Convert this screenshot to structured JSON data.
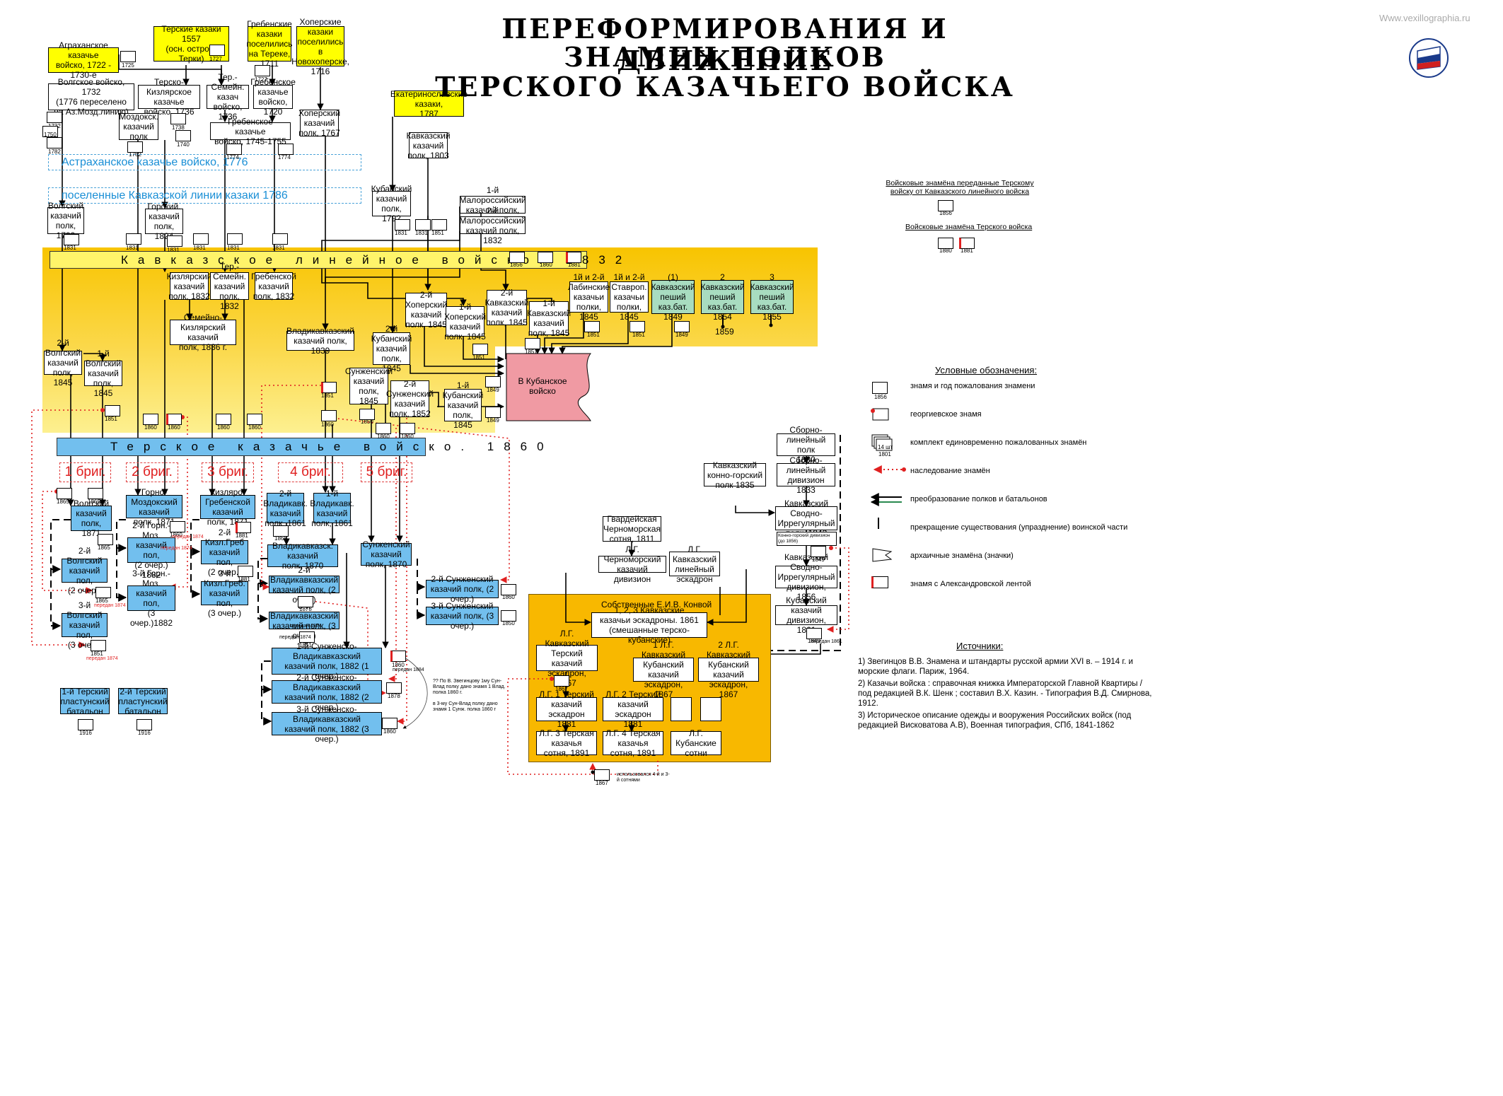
{
  "title": {
    "line1": "ПЕРЕФОРМИРОВАНИЯ И ДВИЖЕНИЕ",
    "line2": "ЗНАМЕН ПОЛКОВ",
    "line3": "ТЕРСКОГО КАЗАЧЬЕГО ВОЙСКА"
  },
  "watermark": "Www.vexillographia.ru",
  "colors": {
    "yellow": "#ffff00",
    "blue": "#72bfee",
    "green": "#a8dcc0",
    "pink": "#f09aa3",
    "band": "#f8c400",
    "red": "#e02020"
  },
  "banners": {
    "kavkaz": "Кавказское линейное войско. 1832",
    "terek": "Терское казачье войско. 1860",
    "astrakhan": "Астраханское казачье войско, 1776",
    "poselennye": "поселенные Кавказской линии казаки 1786"
  },
  "brigades": [
    "1 бриг.",
    "2 бриг.",
    "3 бриг.",
    "4 бриг.",
    "5 бриг."
  ],
  "boxes": {
    "agr": "Аграханское\nказачье\nвойско, 1722 - 1730-е",
    "terskie": "Терские казаки\n1557\n(осн. острога\nТерки)",
    "grebpos": "Гребенские\nказаки\nпоселились\nна Тереке,\n1711",
    "khopos": "Хоперские\nказаки\nпоселились\nв Новохоперске,\n1716",
    "volgvoi": "Волгское войско, 1732\n(1776 переселено\nна Аз.Мозд.линию)",
    "terkizl": "Терско-Кизлярское\nказачье\nвойско, 1736",
    "tersem": "Тер.-Семейн.\nказач\nвойско, 1736",
    "grebvoi1720": "Гребенское\nказачье\nвойско, 1720",
    "mozd": "Моздокск.\nказачий\nполк",
    "grebvoi1745": "Гребенское казачье\nвойско, 1745-1755",
    "khop1767": "Хоперский\nказачий\nполк, 1767",
    "ekat": "Екатеринославские\nказаки,\n1787",
    "kavk1803": "Кавказский\nказачий\nполк, 1803",
    "volg1799": "Волгский\nказачий\nполк, 1799",
    "gorsk": "Горский.\nказачий\nполк, 1824",
    "kub1792": "Кубанский\nказачий\nполк, 1792",
    "mal1": "1-й Малороссийский\nказачий полк, 1832",
    "mal2": "2-й Малороссийский\nказачий полк, 1832",
    "kizl1832": "Кизлярский\nказачий\nполк, 1832",
    "tersem1832": "Тер.-Семейн.\nказачий\nполк, 1832",
    "greb1832": "Гребенской\nказачий\nполк, 1832",
    "semkizl": "Семейно-Кизлярский\nказачий\nполк, 1836 г.",
    "khop2": "2-й\nХоперский\nказачий\nполк, 1845",
    "khop1": "1-й\nХоперский\nказачий\nполк, 1845",
    "kavk2": "2-й\nКавказский\nказачий\nполк, 1845",
    "kavk1": "1-й\nКавказский\nказачий\nполк, 1845",
    "labin": "1й и 2-й\nЛабинские\nказачьи\nполки, 1845",
    "stavr": "1й и 2-й\nСтавроп.\nказачьи\nполки, 1845",
    "pesh1": "(1) Кавказский\nпеший\nказ.бат.\n1849",
    "pesh2": "2 Кавказский\nпеший\nказ.бат.\n1854",
    "pesh3": "3 Кавказский\nпеший\nказ.бат.\n1855",
    "vlad1839": "Владикавказский\nказачий полк, 1839",
    "kub2": "2-й\nКубанский\nказачий\nполк, 1845",
    "volg2": "2-й Волгский\nказачий\nполк, 1845",
    "volg1": "1-й Волгский\nказачий\nполк, 1845",
    "sunzh1845": "Сунженский\nказачий\nполк,\n1845",
    "sunzh2": "2-й\nСунженский\nказачий\nполк, 1852",
    "kub1": "1-й\nКубанский\nказачий\nполк, 1845",
    "kuban": "В Кубанское\nвойско",
    "volg1871": "Волгский\nказачий\nполк, 1871",
    "volgp2": "2-й Волгский\nказачий пол,\n(2 очер.)",
    "volgp3": "3-й Волгский\nказачий пол,\n(3 очер.)",
    "gornm": "Горно-Моздокский\nказачий\nполк, 1871",
    "gornm2": "2-й Горн.-Моз.\nказачий пол,\n(2 очер.) 1882",
    "gornm3": "3-й Горн.-Моз.\nказачий пол,\n(3 очер.)1882",
    "kizlgr": "Кизляро-\nГребенской\nказачий полк, 1871",
    "kizlgr2": "2-й Кизл.Греб\nказачий пол,\n(2 очер.)",
    "kizlgr3": "3-й Кизл.Греб.\nказачий пол,\n(3 очер.)",
    "vlad2_1861": "2-й\nВладикавк.\nказачий\nполк, 1861",
    "vlad1_1861": "1-й\nВладикавк.\nказачий\nполк, 1861",
    "vlad1870": "Владикавказск.\nказачий\nполк, 1870",
    "vladp2": "2-й Владикавказский\nказачий полк, (2 очер.)",
    "vladp3": "3-й Владикавказский\nказачий полк, (3 очер.)",
    "sunzh1870": "Сунженский\nказачий\nполк, 1870",
    "sunzhp2": "2-й Сунженский\nказачий полк, (2 очер.)",
    "sunzhp3": "3-й Сунженский\nказачий полк, (3 очер.)",
    "sv1": "1-й Сунженско-\nВладикавказский\nказачий полк, 1882 (1 очер.)",
    "sv2": "2-й Сунженско-\nВладикавказский\nказачий полк, 1882 (2 очер.)",
    "sv3": "3-й Сунженско-\nВладикавказский\nказачий полк, 1882 (3 очер.)",
    "plast1": "1-й Терский\nпластунский\nбатальон",
    "plast2": "2-й Терский\nпластунский\nбатальон",
    "sbl1830": "Сборно-линейный\nполк\n1830",
    "sbl1833": "Сборно-линейный\nдивизион\n1833",
    "kgorsk": "Кавказский\nконно-горский\nполк 1835",
    "ksv1842": "Кавказский Сводно-\nИррегулярный\nполк, 1842",
    "ksv1856": "Кавказский Сводно-\nИррегулярный\nдивизион, 1856",
    "kubdiv": "Кубанский казачий\nдивизион, 1861",
    "gvchern": "Гвардейская\nЧерноморская\nсотня, 1811",
    "lgchern": "Л.Г. Черноморский\nказачий дивизион",
    "lgkavk": "Л.Г. Кавказский\nлинейный\nэскадрон",
    "esk123": "1, 2, 3 Кавказские\nказачьи эскадроны. 1861\n(смешанные терско-кубанские)",
    "lgterk": "Л.Г. Кавказский\nТерский казачий\nэскадрон, 1867",
    "lgkub1": "1 Л.Г. Кавказский\nКубанский казачий\nэскадрон, 1867",
    "lgkub2": "2 Л.Г. Кавказский\nКубанский казачий\nэскадрон, 1867",
    "lgt1": "Л.Г. 1 Терский\nказачий\nэскадрон 1881",
    "lgt2": "Л.Г. 2 Терский\nказачий\nэскадрон 1881",
    "lgt3": "Л.Г. 3 Терская\nказачья\nсотня, 1891",
    "lgt4": "Л.Г. 4 Терская\nказачья\nсотня, 1891",
    "lgkubs": "Л.Г. Кубанские\nсотни",
    "blank1": "",
    "blank2": ""
  },
  "konvoi_title": "Собственные Е.И.В. Конвой",
  "kavk_banner_years": [
    "1856",
    "1860",
    "1881"
  ],
  "year1859": "1859",
  "flags": [
    {
      "t": "",
      "y": "1725"
    },
    {
      "t": "",
      "y": "1727"
    },
    {
      "t": "",
      "y": "1727"
    },
    {
      "t": "",
      "y": "1738"
    },
    {
      "t": "",
      "y": "1740"
    },
    {
      "t": "",
      "y": "1762"
    },
    {
      "t": "",
      "y": "1774"
    },
    {
      "t": "",
      "y": "1774"
    },
    {
      "t": "",
      "y": "1732"
    },
    {
      "t": "",
      "y": "1750"
    },
    {
      "t": "",
      "y": "1782"
    },
    {
      "t": "",
      "y": "1831"
    },
    {
      "t": "",
      "y": "1831"
    },
    {
      "t": "",
      "y": "1831"
    },
    {
      "t": "",
      "y": "1831"
    },
    {
      "t": "",
      "y": "1831"
    },
    {
      "t": "",
      "y": "1831"
    },
    {
      "t": "",
      "y": "1831"
    },
    {
      "t": "",
      "y": "1831"
    },
    {
      "t": "",
      "y": "1851"
    },
    {
      "t": "",
      "y": "1851"
    },
    {
      "t": "",
      "y": "1851"
    },
    {
      "t": "",
      "y": "1849"
    },
    {
      "t": "",
      "y": "1851"
    },
    {
      "t": "",
      "y": "1851"
    },
    {
      "t": "",
      "y": "1849"
    },
    {
      "t": "",
      "y": "1849"
    },
    {
      "t": "",
      "y": "1851"
    },
    {
      "t": "",
      "y": "1860"
    },
    {
      "t": "",
      "y": "1860"
    },
    {
      "t": "",
      "y": "1860"
    },
    {
      "t": "",
      "y": "1860"
    },
    {
      "t": "",
      "y": "1851"
    },
    {
      "t": "",
      "y": "1860"
    },
    {
      "t": "",
      "y": "1850"
    },
    {
      "t": "",
      "y": "1860"
    },
    {
      "t": "",
      "y": "1860"
    },
    {
      "t": "",
      "y": "1865"
    },
    {
      "t": "",
      "y": "1865"
    },
    {
      "t": "",
      "y": "1865"
    },
    {
      "t": "",
      "y": "1865"
    },
    {
      "t": "",
      "y": "1851"
    },
    {
      "t": "",
      "y": "1860"
    },
    {
      "t": "",
      "y": "1881"
    },
    {
      "t": "",
      "y": "1881"
    },
    {
      "t": "",
      "y": "1868"
    },
    {
      "t": "",
      "y": "1878"
    },
    {
      "t": "",
      "y": "1851"
    },
    {
      "t": "",
      "y": "1860"
    },
    {
      "t": "",
      "y": "1878"
    },
    {
      "t": "",
      "y": "1860"
    },
    {
      "t": "",
      "y": "1860"
    },
    {
      "t": "",
      "y": "1850"
    },
    {
      "t": "",
      "y": "1916"
    },
    {
      "t": "",
      "y": "1916"
    },
    {
      "t": "",
      "y": "1849"
    },
    {
      "t": "",
      "y": "1849"
    },
    {
      "t": "",
      "y": "1867"
    },
    {
      "t": "",
      "y": "1867"
    }
  ],
  "notes": {
    "zvegin": "?? По В. Звегинцову 1му Сун-Влад полку дано знамя 1 Влад. полка 1860 г.\n\nв 3-му Сун-Влад полку дано знамя 1 Сунж. полка 1860 г",
    "ispolz": "использовался 4-й и 3-й сотнями",
    "peredan1874a": "передан 1874",
    "peredan1874b": "передан 1874",
    "peredan1874c": "передан 1874",
    "peredan1874d": "передан 1874",
    "peredan1874e": "передан 1874",
    "peredan1874f": "передан 1874",
    "peredan1884": "передан 1884",
    "peredan1861": "передан 1861",
    "konnogor": "Конно-горский дивизион (до 1856)"
  },
  "legend": {
    "top1": "Войсковые знамёна переданные Терскому войску от Кавказского линейного войска",
    "top1_year": "1856",
    "top2": "Войсковые знамёна Терского войска",
    "top2_years": [
      "1880",
      "1881"
    ],
    "title": "Условные обозначения:",
    "items": [
      "знамя и год пожалования знамени",
      "георгиевское знамя",
      "комплект единовременно пожалованных знамён",
      "наследование знамён",
      "преобразование полков и батальонов",
      "прекращение существования (упразднение) воинской части",
      "архаичные знамёна (значки)",
      "знамя с Александровской лентой"
    ],
    "item_years": [
      "1856",
      "1801"
    ],
    "set_count": "14 шт"
  },
  "sources": {
    "title": "Источники:",
    "items": [
      "1)  Звегинцов В.В. Знамена и штандарты русской армии XVI в. – 1914 г. и морские флаги. Париж, 1964.",
      "2)  Казачьи войска : справочная книжка Императорской Главной Квартиры / под редакцией В.К. Шенк ; составил В.Х. Казин. - Типография В.Д. Смирнова, 1912.",
      "3) Историческое описание одежды и вооружения Российских войск (под редакцией Висковатова А.В),  Военная типография, СПб,  1841-1862"
    ]
  }
}
